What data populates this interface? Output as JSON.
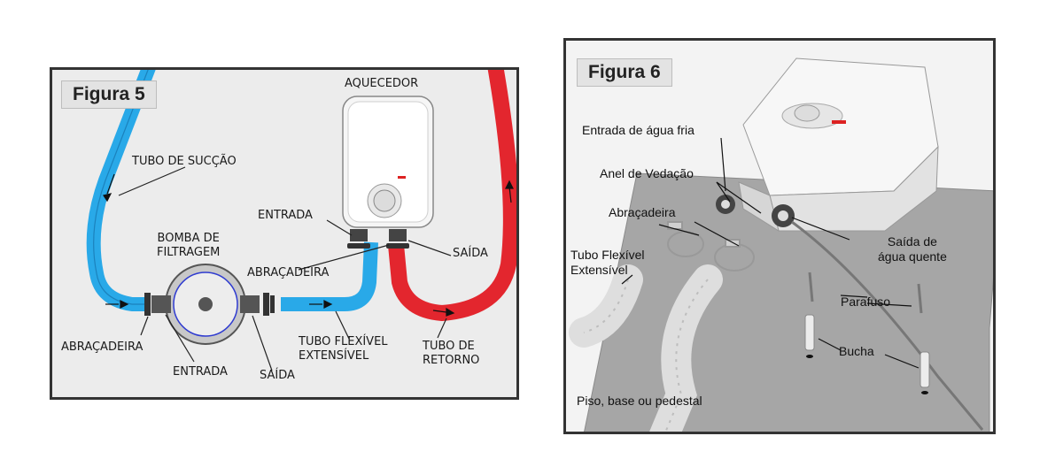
{
  "figure5": {
    "title": "Figura 5",
    "labels": {
      "aquecedor": "AQUECEDOR",
      "tubo_succao": "TUBO DE SUCÇÃO",
      "entrada_top": "ENTRADA",
      "bomba": "BOMBA DE\nFILTRAGEM",
      "abracadeira_mid": "ABRAÇADEIRA",
      "saida_right": "SAÍDA",
      "abracadeira_left": "ABRAÇADEIRA",
      "entrada_bottom": "ENTRADA",
      "saida_bottom": "SAÍDA",
      "tubo_flexivel": "TUBO FLEXÍVEL\nEXTENSÍVEL",
      "tubo_retorno": "TUBO DE\nRETORNO"
    },
    "colors": {
      "suction_pipe": "#29a9e8",
      "return_pipe": "#e3262e",
      "background": "#ececec"
    }
  },
  "figure6": {
    "title": "Figura 6",
    "labels": {
      "entrada_agua_fria": "Entrada de água fria",
      "anel_vedacao": "Anel de Vedação",
      "abracadeira": "Abraçadeira",
      "tubo_flexivel": "Tubo Flexível\nExtensível",
      "saida_agua_quente": "Saída de\nágua quente",
      "parafuso": "Parafuso",
      "bucha": "Bucha",
      "piso": "Piso, base ou pedestal"
    },
    "colors": {
      "floor": "#a9a9a9",
      "heater": "#f4f4f4"
    }
  }
}
